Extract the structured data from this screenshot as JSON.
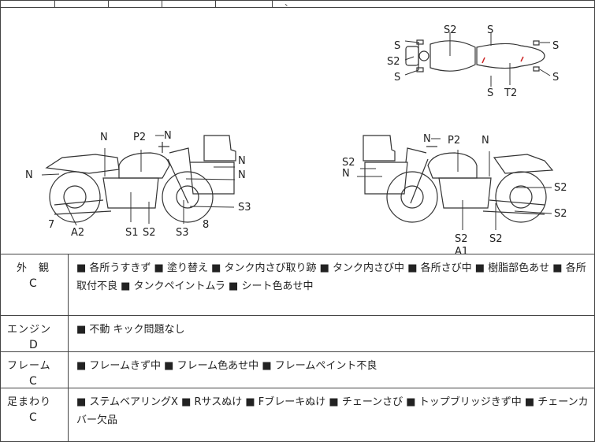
{
  "top_strip": {
    "fragment": "、"
  },
  "diagram": {
    "top_view_labels": [
      "S2",
      "S",
      "S",
      "S",
      "S2",
      "S",
      "S",
      "S",
      "T2"
    ],
    "left_view_labels": [
      "N",
      "N",
      "P2",
      "N",
      "N",
      "N",
      "7",
      "A2",
      "S1",
      "S2",
      "S3",
      "8",
      "S3"
    ],
    "right_view_labels": [
      "N",
      "P2",
      "N",
      "S2",
      "N",
      "S2",
      "S2",
      "S2",
      "A1",
      "S2"
    ]
  },
  "rows": [
    {
      "category": "外　観",
      "grade": "C",
      "text": "■ 各所うすきず ■ 塗り替え ■ タンク内さび取り跡 ■ タンク内さび中 ■ 各所さび中 ■ 樹脂部色あせ ■ 各所取付不良 ■ タンクペイントムラ ■ シート色あせ中"
    },
    {
      "category": "エンジン",
      "grade": "D",
      "text": "■ 不動 キック問題なし"
    },
    {
      "category": "フレーム",
      "grade": "C",
      "text": "■ フレームきず中 ■ フレーム色あせ中 ■ フレームペイント不良"
    },
    {
      "category": "足まわり",
      "grade": "C",
      "text": "■ ステムベアリングX ■ Rサスぬけ ■ Fブレーキぬけ ■ チェーンさび ■ トップブリッジきず中 ■ チェーンカバー欠品"
    }
  ]
}
